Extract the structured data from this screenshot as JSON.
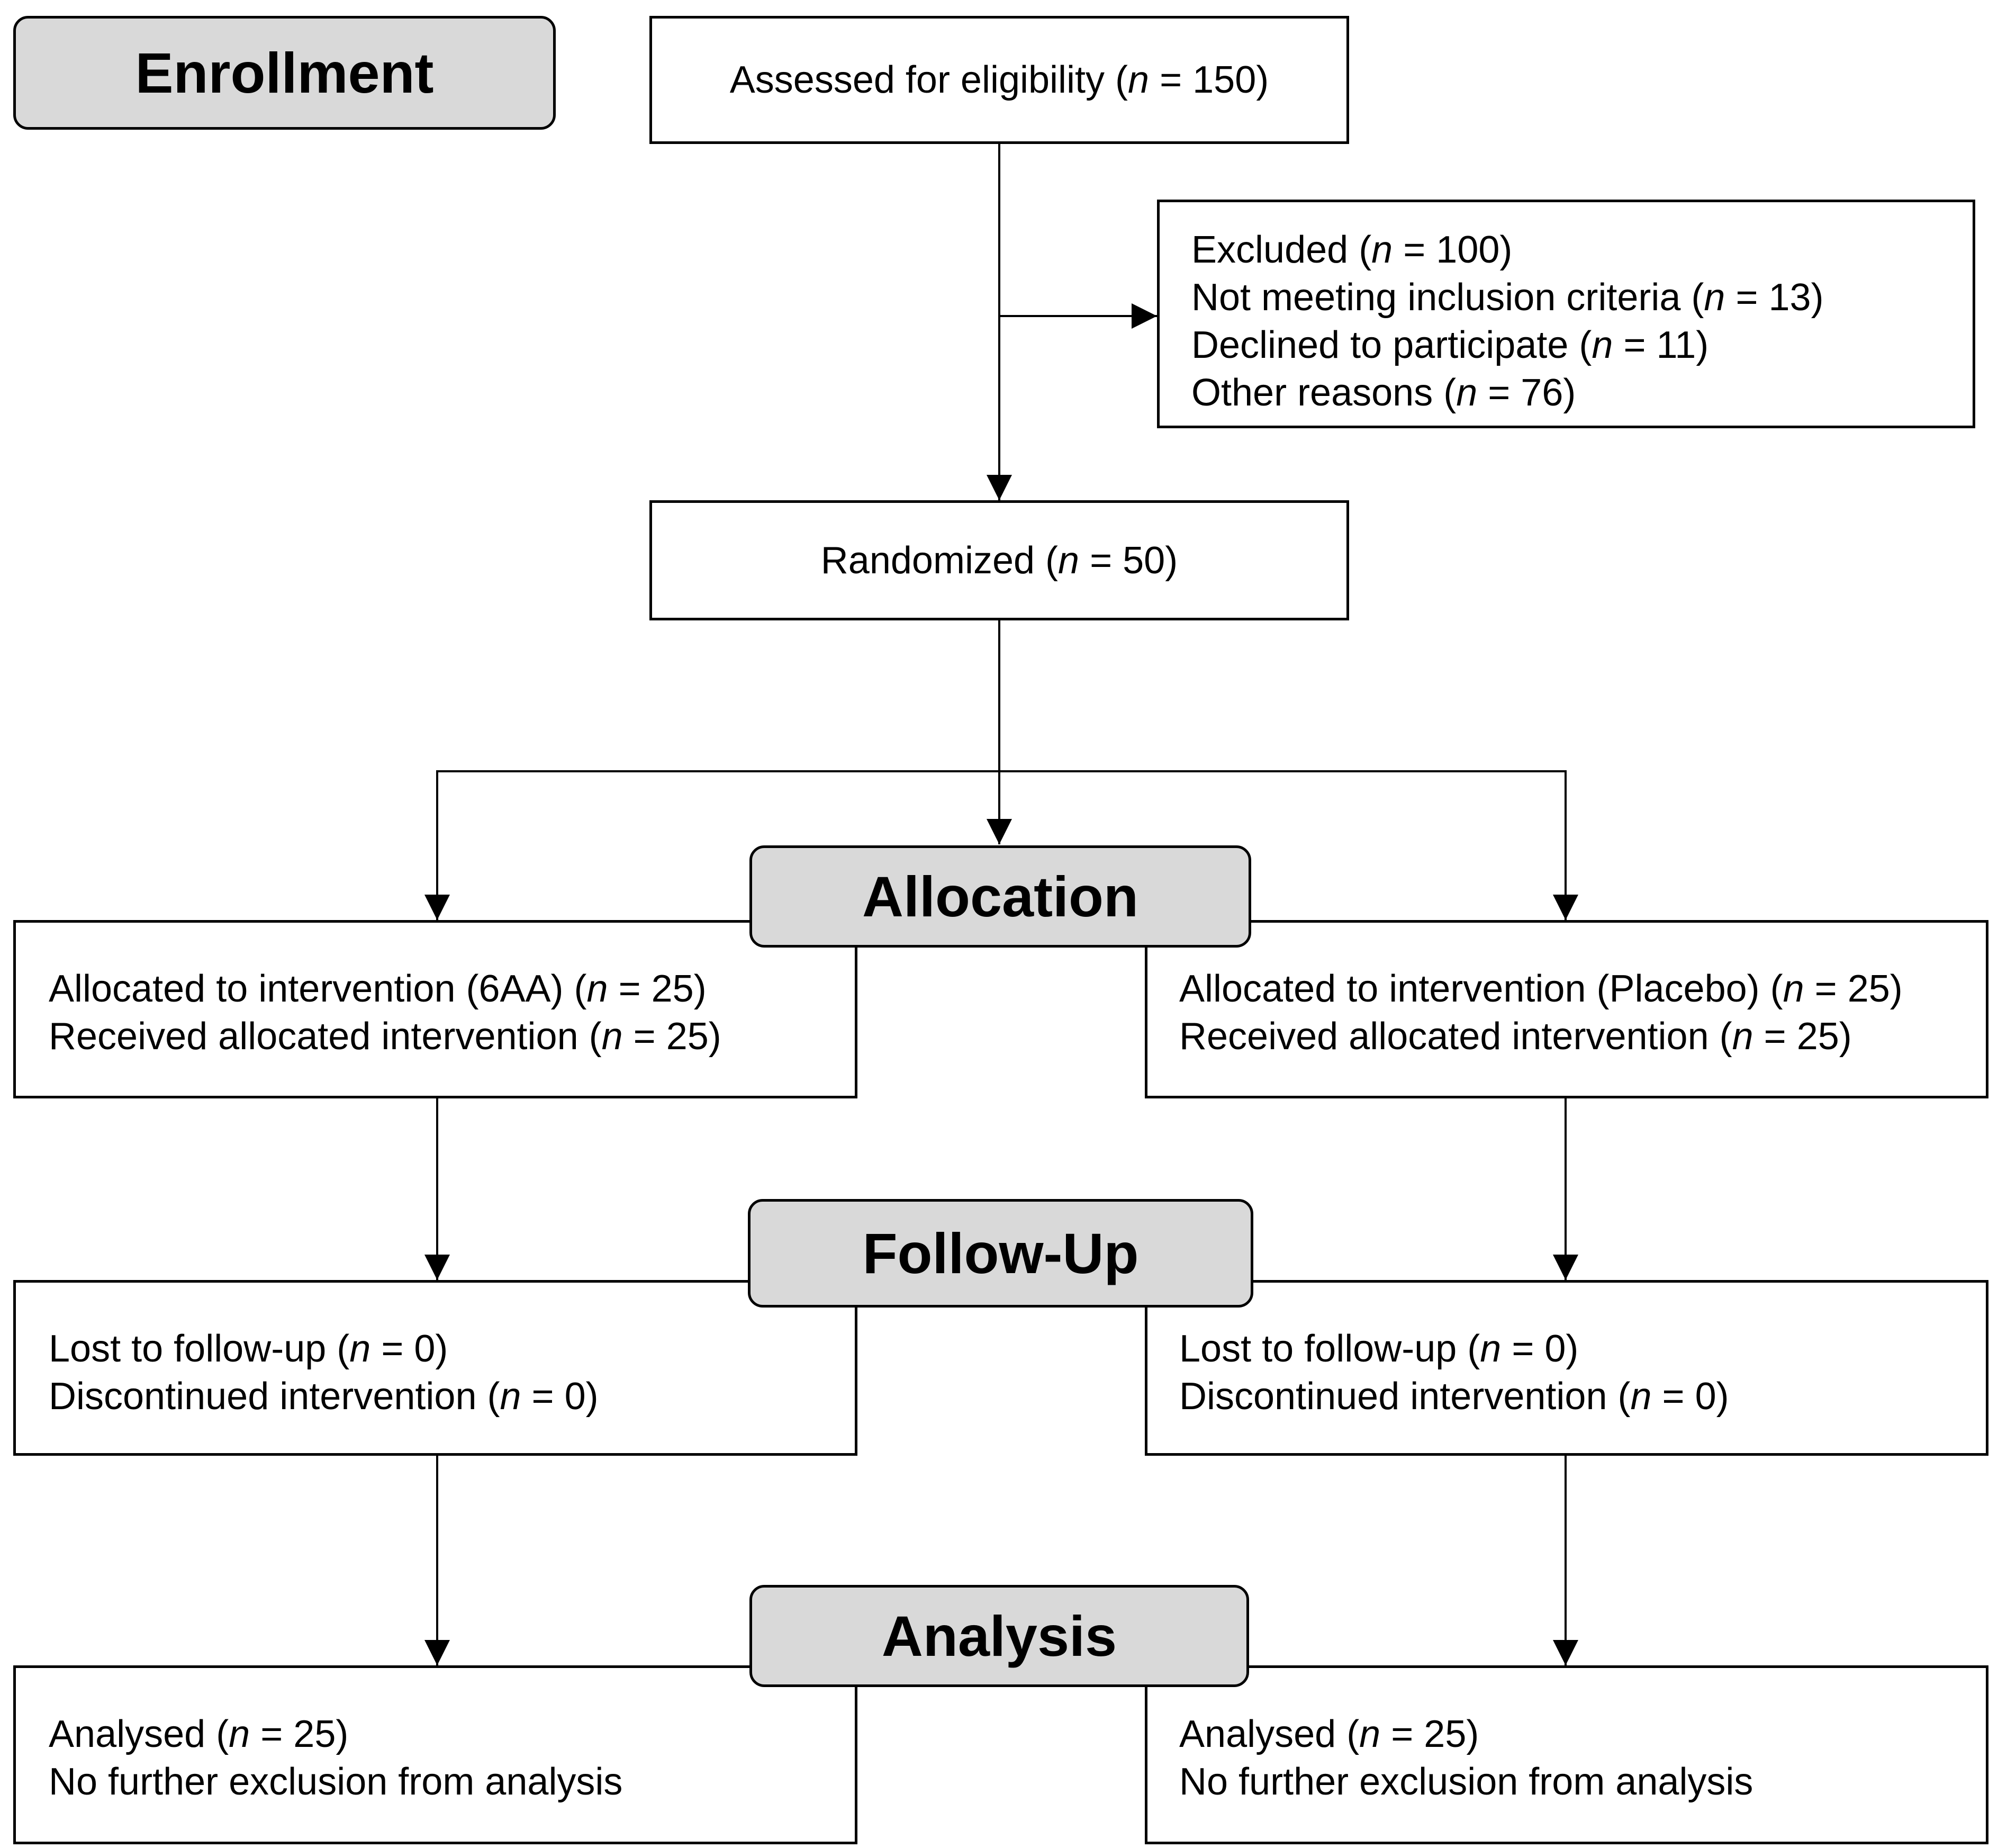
{
  "stages": {
    "enrollment": "Enrollment",
    "allocation": "Allocation",
    "followup": "Follow-Up",
    "analysis": "Analysis"
  },
  "assessed": {
    "text": "Assessed for eligibility (",
    "n_label": "n",
    "value": " = 150)"
  },
  "excluded": {
    "lines": [
      {
        "text": "Excluded (",
        "n_label": "n",
        "value": " = 100)"
      },
      {
        "text": "Not meeting inclusion criteria (",
        "n_label": "n",
        "value": " = 13)"
      },
      {
        "text": "Declined to participate (",
        "n_label": "n",
        "value": " = 11)"
      },
      {
        "text": "Other reasons (",
        "n_label": "n",
        "value": " = 76)"
      }
    ]
  },
  "randomized": {
    "text": "Randomized (",
    "n_label": "n",
    "value": " = 50)"
  },
  "allocation": {
    "left": [
      {
        "text": "Allocated to intervention (6AA) (",
        "n_label": "n",
        "value": " = 25)"
      },
      {
        "text": "Received allocated intervention (",
        "n_label": "n",
        "value": " = 25)"
      }
    ],
    "right": [
      {
        "text": "Allocated to intervention (Placebo) (",
        "n_label": "n",
        "value": " = 25)"
      },
      {
        "text": "Received allocated intervention (",
        "n_label": "n",
        "value": " = 25)"
      }
    ]
  },
  "followup": {
    "left": [
      {
        "text": "Lost to follow-up (",
        "n_label": "n",
        "value": " = 0)"
      },
      {
        "text": "Discontinued intervention (",
        "n_label": "n",
        "value": " = 0)"
      }
    ],
    "right": [
      {
        "text": "Lost to follow-up (",
        "n_label": "n",
        "value": " = 0)"
      },
      {
        "text": "Discontinued intervention (",
        "n_label": "n",
        "value": " = 0)"
      }
    ]
  },
  "analysis": {
    "left": [
      {
        "text": "Analysed  (",
        "n_label": "n",
        "value": " = 25)"
      },
      {
        "text": "No further exclusion from analysis"
      }
    ],
    "right": [
      {
        "text": "Analysed  (",
        "n_label": "n",
        "value": " = 25)"
      },
      {
        "text": "No further exclusion from analysis"
      }
    ]
  },
  "colors": {
    "stage_fill": "#d9d9d9",
    "box_fill": "#ffffff",
    "line": "#000000"
  }
}
